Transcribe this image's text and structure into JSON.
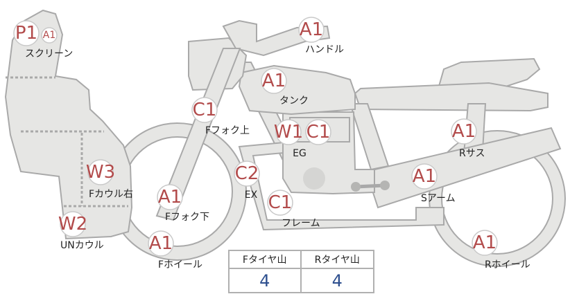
{
  "parts": [
    {
      "id": "screen",
      "label": "スクリーン",
      "grades": [
        "P1",
        "A1"
      ]
    },
    {
      "id": "handle",
      "label": "ハンドル",
      "grades": [
        "A1"
      ]
    },
    {
      "id": "tank",
      "label": "タンク",
      "grades": [
        "A1"
      ]
    },
    {
      "id": "fork-upper",
      "label": "Fフォク上",
      "grades": [
        "C1"
      ]
    },
    {
      "id": "engine",
      "label": "EG",
      "grades": [
        "W1",
        "C1"
      ]
    },
    {
      "id": "rear-suspension",
      "label": "Rサス",
      "grades": [
        "A1"
      ]
    },
    {
      "id": "cowl-right",
      "label": "Fカウル右",
      "grades": [
        "W3"
      ]
    },
    {
      "id": "exhaust",
      "label": "EX",
      "grades": [
        "C2"
      ]
    },
    {
      "id": "fork-lower",
      "label": "Fフォク下",
      "grades": [
        "A1"
      ]
    },
    {
      "id": "frame",
      "label": "フレーム",
      "grades": [
        "C1"
      ]
    },
    {
      "id": "swingarm",
      "label": "Sアーム",
      "grades": [
        "A1"
      ]
    },
    {
      "id": "under-cowl",
      "label": "UNカウル",
      "grades": [
        "W2"
      ]
    },
    {
      "id": "front-wheel",
      "label": "Fホイール",
      "grades": [
        "A1"
      ]
    },
    {
      "id": "rear-wheel",
      "label": "Rホイール",
      "grades": [
        "A1"
      ]
    }
  ],
  "tires": {
    "front_label": "Fタイヤ山",
    "front_value": "4",
    "rear_label": "Rタイヤ山",
    "rear_value": "4"
  }
}
